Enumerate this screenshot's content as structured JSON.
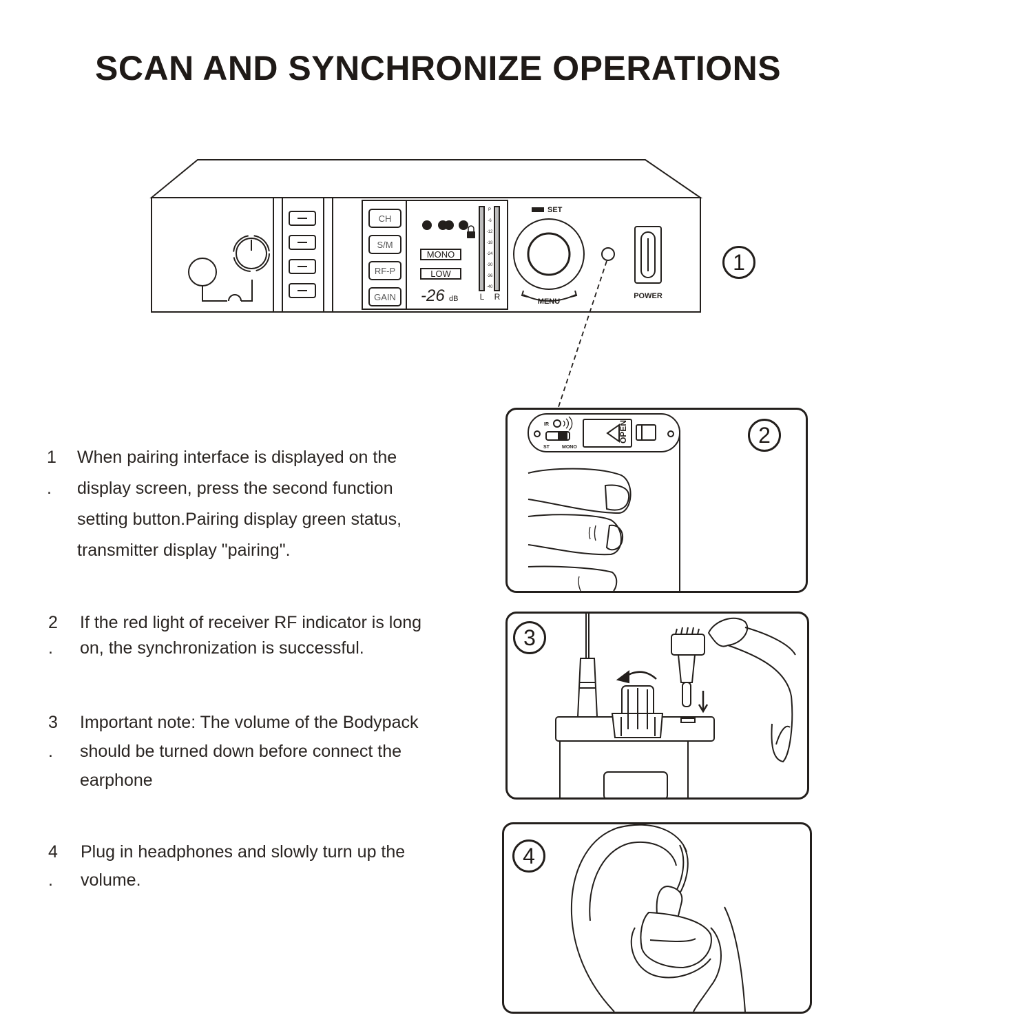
{
  "page": {
    "title": "SCAN AND SYNCHRONIZE OPERATIONS"
  },
  "device": {
    "buttons": [
      "CH",
      "S/M",
      "RF-P",
      "GAIN"
    ],
    "lcd_mono": "MONO",
    "lcd_low": "LOW",
    "lcd_level_value": "-26",
    "lcd_level_unit": "dB",
    "meter_left": "L",
    "meter_right": "R",
    "meter_scale": [
      "P",
      "-6",
      "-12",
      "-18",
      "-24",
      "-30",
      "-36",
      "-40"
    ],
    "set_label": "SET",
    "menu_label": "MENU",
    "power_label": "POWER",
    "badge": "1"
  },
  "panels": [
    {
      "badge": "2",
      "ir_label": "IR",
      "st_label": "ST",
      "mono_label": "MONO",
      "open_label": "OPEN"
    },
    {
      "badge": "3"
    },
    {
      "badge": "4"
    }
  ],
  "steps": [
    {
      "num": "1 .",
      "lines": [
        "When pairing interface is displayed on the",
        "display screen, press the second function",
        "setting button.Pairing display green status,",
        "transmitter display \"pairing\"."
      ]
    },
    {
      "num": "2 .",
      "lines": [
        "If the red light of receiver RF indicator is long",
        "on, the synchronization is successful."
      ]
    },
    {
      "num": "3 .",
      "lines": [
        "Important note: The volume of the Bodypack",
        "should be turned down before connect the",
        "earphone"
      ]
    },
    {
      "num": "4 .",
      "lines": [
        "Plug in headphones and slowly turn up the",
        "volume."
      ]
    }
  ]
}
